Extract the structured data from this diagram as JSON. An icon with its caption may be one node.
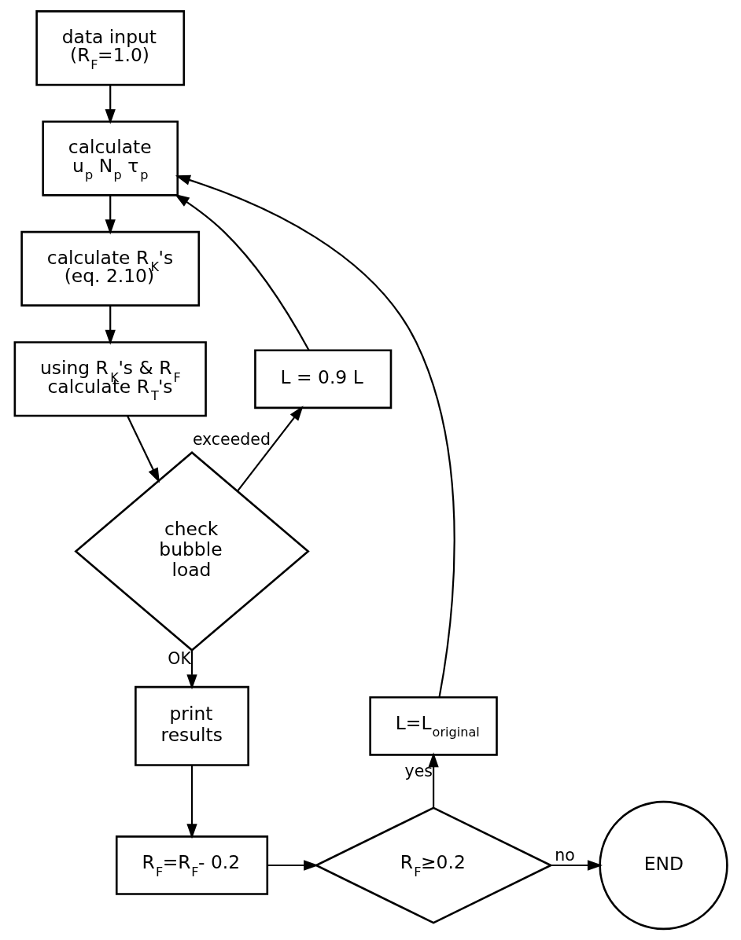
{
  "diagram": {
    "nodes": [
      {
        "text": [
          "data input",
          "(R$_{F}$=1.0)"
        ]
      },
      {
        "text": [
          "calculate",
          "u$_{p}$ N$_{p}$ τ$_{p}$"
        ]
      },
      {
        "text": [
          "calculate R$_{K}$'s",
          "(eq. 2.10)"
        ]
      },
      {
        "text": [
          "using R$_{K}$'s & R$_{F}$",
          "calculate R$_{T}$'s"
        ]
      },
      {
        "text": [
          "check",
          "bubble",
          "load"
        ]
      },
      {
        "text": [
          "L = 0.9 L"
        ]
      },
      {
        "text": [
          "print",
          "results"
        ]
      },
      {
        "text": [
          "R$_{F}$=R$_{F}$- 0.2"
        ]
      },
      {
        "text": [
          "R$_{F}$≥0.2"
        ]
      },
      {
        "text": [
          "END"
        ]
      },
      {
        "text": [
          "L=L$_{original}$"
        ]
      }
    ],
    "edges": [
      {
        "from": 0,
        "to": 1,
        "arrow": "to"
      },
      {
        "from": 1,
        "to": 2,
        "arrow": "to"
      },
      {
        "from": 2,
        "to": 3,
        "arrow": "to"
      },
      {
        "from": 3,
        "to": 4,
        "arrow": "to"
      },
      {
        "from": 4,
        "to": 5,
        "arrow": "to",
        "label": "exceeded"
      },
      {
        "from": 5,
        "to": 1,
        "arrow": "to"
      },
      {
        "from": 4,
        "to": 6,
        "arrow": "to",
        "label": "OK"
      },
      {
        "from": 6,
        "to": 7,
        "arrow": "to"
      },
      {
        "from": 7,
        "to": 8,
        "arrow": "to"
      },
      {
        "from": 8,
        "to": 9,
        "arrow": "to",
        "label": "no"
      },
      {
        "from": 8,
        "to": 10,
        "arrow": "to",
        "label": "yes"
      },
      {
        "from": 10,
        "to": 1,
        "arrow": "to"
      }
    ]
  }
}
